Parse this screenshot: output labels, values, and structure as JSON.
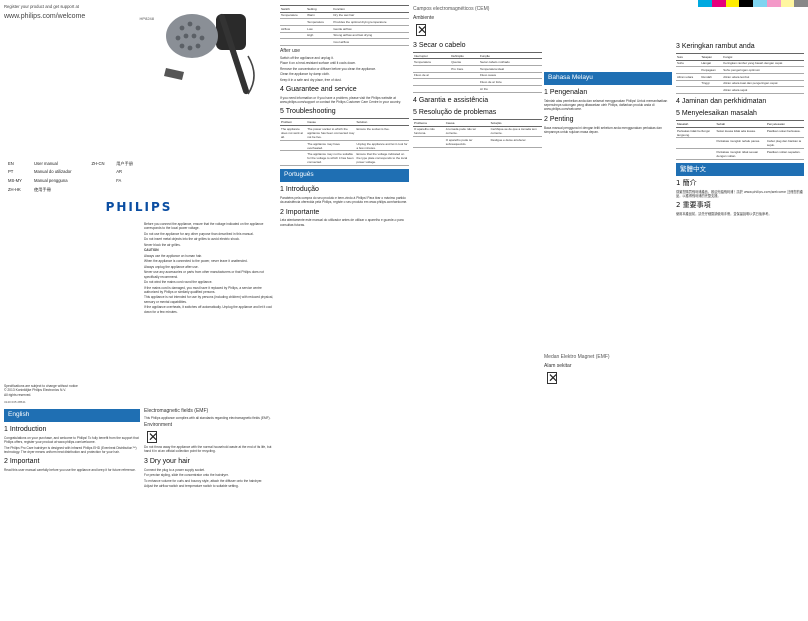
{
  "header": {
    "register": "Register your product and get support at",
    "url": "www.philips.com/welcome",
    "model": "HP8248"
  },
  "languages": [
    {
      "code": "EN",
      "name": "User manual",
      "code2": "ZH-CN",
      "name2": "用户手册",
      "page": ""
    },
    {
      "code": "PT",
      "name": "Manual do utilizador",
      "code2": "",
      "name2": "",
      "page": "AR"
    },
    {
      "code": "MS-MY",
      "name": "Manual pengguna",
      "code2": "",
      "name2": "",
      "page": "FA"
    },
    {
      "code": "ZH-HK",
      "name": "使用手冊",
      "code2": "",
      "name2": "",
      "page": ""
    }
  ],
  "brand": "PHILIPS",
  "footer": {
    "spec": "Specifications are subject to change without notice",
    "copyright": "© 2013 Koninklijke Philips Electronics N.V.",
    "rights": "All rights reserved.",
    "barcode": "3140 035 28541"
  },
  "col1": {
    "warn": [
      "Before you connect the appliance, ensure that the voltage indicated on the appliance corresponds to the local power voltage.",
      "Do not use the appliance for any other purpose than described in this manual.",
      "Do not insert metal objects into the air grilles to avoid electric shock.",
      "Never block the air grilles.",
      "CAUTION",
      "Always use the appliance on human hair.",
      "When the appliance is connected to the power, never leave it unattended.",
      "Always unplug the appliance after use.",
      "Never use any accessories or parts from other manufacturers or that Philips does not specifically recommend.",
      "Do not wind the mains cord round the appliance.",
      "If the mains cord is damaged, you must have it replaced by Philips, a service centre authorized by Philips or similarly qualified persons.",
      "This appliance is not intended for use by persons (including children) with reduced physical, sensory or mental capabilities.",
      "If the appliance overheats, it switches off automatically. Unplug the appliance and let it cool down for a few minutes."
    ],
    "lang": "English",
    "intro_title": "1   Introduction",
    "intro_text": "Congratulations on your purchase, and welcome to Philips! To fully benefit from the support that Philips offers, register your product at www.philips.com/welcome.",
    "intro_text2": "The Philips Pro Care hairdryer is designed with infrared Philips EHD (Evenheat Distribution™) technology. The dryer means uniform heat distribution and protection for your hair.",
    "important_title": "2   Important",
    "important_text": "Read this user manual carefully before you use the appliance and keep it for future reference.",
    "emf_title": "Electromagnetic fields (EMF)",
    "emf_text": "This Philips appliance complies with all standards regarding electromagnetic fields (EMF).",
    "env_title": "Environment",
    "env_text": "Do not throw away the appliance with the normal household waste at the end of its life, but hand it in at an official collection point for recycling.",
    "dry_title": "3   Dry your hair",
    "dry_steps": [
      "Connect the plug to a power supply socket.",
      "For precise styling, slide the concentrator onto the hairdryer.",
      "To enhance volume for curls and bouncy style, attach the diffuser onto the hairdryer.",
      "Adjust the airflow switch and temperature switch to suitable setting."
    ]
  },
  "col2": {
    "settings_headers": [
      "Switch",
      "Setting",
      "Function"
    ],
    "settings_rows": [
      [
        "Temperature",
        "Warm",
        "Dry the wet hair"
      ],
      [
        "",
        "Temperature",
        "Provides the optimal drying temperature"
      ],
      [
        "Airflow",
        "Low",
        "Gentle airflow"
      ],
      [
        "",
        "High",
        "Strong airflow and fast drying"
      ],
      [
        "",
        "",
        "Cool airflow"
      ]
    ],
    "aftercare_title": "After use",
    "aftercare": [
      "Switch off the appliance and unplug it.",
      "Place it on a heat-resistant surface until it cools down.",
      "Remove the concentrator or diffuser before you clean the appliance.",
      "Clean the appliance by damp cloth.",
      "Keep it in a safe and dry place, free of dust."
    ],
    "guarantee_title": "4   Guarantee and service",
    "guarantee_text": "If you need information or if you have a problem, please visit the Philips website at www.philips.com/support or contact the Philips Customer Care Centre in your country.",
    "trouble_title": "5   Troubleshooting",
    "trouble_headers": [
      "Problem",
      "Cause",
      "Solution"
    ],
    "trouble_rows": [
      [
        "The appliance does not work at all.",
        "The power socket to which the appliance has been connected may not be live.",
        "Ensure the socket is live."
      ],
      [
        "",
        "The appliance may have overheated.",
        "Unplug the appliance and let it cool for a few minutes."
      ],
      [
        "",
        "The appliance may not be suitable for the voltage to which it has been connected.",
        "Ensure that the voltage indicated on the type plate corresponds to the local power voltage."
      ]
    ],
    "pt_lang": "Português",
    "pt_intro_title": "1   Introdução",
    "pt_intro": "Parabéns pela compra do seu produto e bem-vindo à Philips! Para tirar o máximo partido da assistência oferecida pela Philips, registe o seu produto em www.philips.com/welcome.",
    "pt_imp_title": "2   Importante",
    "pt_imp": "Leia atentamente este manual do utilizador antes de utilizar o aparelho e guarde-o para consultas futuras.",
    "pt_r_emf": "Campos electromagnéticos (CEM)",
    "pt_r_env": "Ambiente",
    "pt_dry_title": "3   Secar o cabelo",
    "pt_guar_title": "4   Garantia e assistência",
    "pt_trouble_title": "5   Resolução de problemas",
    "pt_set_headers": [
      "Interruptor",
      "Definição",
      "Função"
    ],
    "pt_set_rows": [
      [
        "Temperatura",
        "Quente",
        "Secar cabelo molhado"
      ],
      [
        "",
        "Pro Care",
        "Temperatura ideal"
      ],
      [
        "Fluxo de ar",
        "",
        "Fluxo suave"
      ],
      [
        "",
        "",
        "Fluxo de ar forte"
      ],
      [
        "",
        "",
        "Ar frio"
      ]
    ],
    "pt_tr_headers": [
      "Problema",
      "Causa",
      "Solução"
    ],
    "pt_tr_rows": [
      [
        "O aparelho não funciona.",
        "A tomada pode não ter corrente.",
        "Certifique-se de que a tomada tem corrente."
      ],
      [
        "",
        "O aparelho pode ter sobreaquecido.",
        "Desligue e deixe arrefecer."
      ]
    ]
  },
  "col3": {
    "ms_lang": "Bahasa Melayu",
    "ms_intro_title": "1   Pengenalan",
    "ms_intro": "Tahniah atas pembelian anda dan selamat menggunakan Philips! Untuk memanfaatkan sepenuhnya sokongan yang ditawarkan oleh Philips, daftarkan produk anda di www.philips.com/welcome.",
    "ms_imp_title": "2   Penting",
    "ms_imp": "Baca manual pengguna ini dengan teliti sebelum anda menggunakan perkakas dan simpannya untuk rujukan masa depan.",
    "ms_dry_title": "3   Keringkan rambut anda",
    "ms_set_headers": [
      "Suis",
      "Tetapan",
      "Fungsi"
    ],
    "ms_set_rows": [
      [
        "Suhu",
        "Hangat",
        "Keringkan rambut yang basah dengan cepat"
      ],
      [
        "",
        "Penjagaan",
        "Suhu pengeringan optimum"
      ],
      [
        "Aliran udara",
        "Rendah",
        "Aliran udara lembut"
      ],
      [
        "",
        "Tinggi",
        "Aliran udara kuat dan pengeringan cepat"
      ],
      [
        "",
        "",
        "Aliran udara sejuk"
      ]
    ],
    "ms_guar_title": "4   Jaminan dan perkhidmatan",
    "ms_trouble_title": "5   Menyelesaikan masalah",
    "ms_tr_headers": [
      "Masalah",
      "Sebab",
      "Penyelesaian"
    ],
    "ms_tr_rows": [
      [
        "Perkakas tidak berfungsi langsung.",
        "Soket kuasa tidak ada kuasa.",
        "Pastikan soket berkuasa."
      ],
      [
        "",
        "Perkakas mungkin terlalu panas.",
        "Cabut plag dan biarkan ia sejuk."
      ],
      [
        "",
        "Perkakas mungkin tidak sesuai dengan voltan.",
        "Pastikan voltan sepadan."
      ]
    ],
    "ms_emf": "Medan Elektro Magnet (EMF)",
    "ms_env": "Alam sekitar",
    "zh_lang": "繁體中文",
    "zh_intro_title": "1   簡介",
    "zh_intro": "感謝您購買飛利浦產品，歡迎光臨飛利浦！請於 www.philips.com/welcome 註冊您的產品，以獲得飛利浦的完整支援。",
    "zh_imp_title": "2   重要事項",
    "zh_imp": "使用本產品前，請先仔細閱讀使用手冊，並保留說明以供日後參考。"
  }
}
